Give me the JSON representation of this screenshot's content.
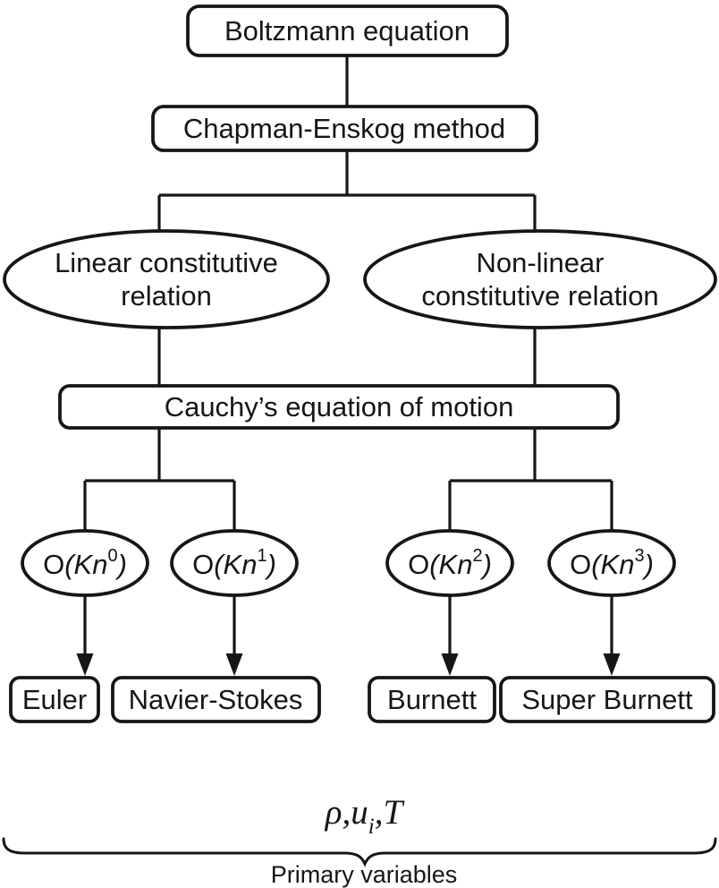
{
  "diagram": {
    "root": {
      "label": "Boltzmann equation"
    },
    "method": {
      "label": "Chapman-Enskog method"
    },
    "linear_branch": {
      "line1": "Linear constitutive",
      "line2": "relation"
    },
    "nonlinear_branch": {
      "line1": "Non-linear",
      "line2": "constitutive relation"
    },
    "cauchy": {
      "label": "Cauchy’s equation of motion"
    },
    "orders": [
      {
        "big_o": "O",
        "open": "(",
        "symbol": "Kn",
        "exponent": "0",
        "close": ")",
        "model": "Euler"
      },
      {
        "big_o": "O",
        "open": "(",
        "symbol": "Kn",
        "exponent": "1",
        "close": ")",
        "model": "Navier-Stokes"
      },
      {
        "big_o": "O",
        "open": "(",
        "symbol": "Kn",
        "exponent": "2",
        "close": ")",
        "model": "Burnett"
      },
      {
        "big_o": "O",
        "open": "(",
        "symbol": "Kn",
        "exponent": "3",
        "close": ")",
        "model": "Super Burnett"
      }
    ],
    "primary_variables": {
      "expr_prefix": "ρ,u",
      "expr_sub": "i",
      "expr_suffix": ",T",
      "label": "Primary variables"
    },
    "colors": {
      "stroke": "#161616",
      "fill": "#ffffff"
    }
  }
}
